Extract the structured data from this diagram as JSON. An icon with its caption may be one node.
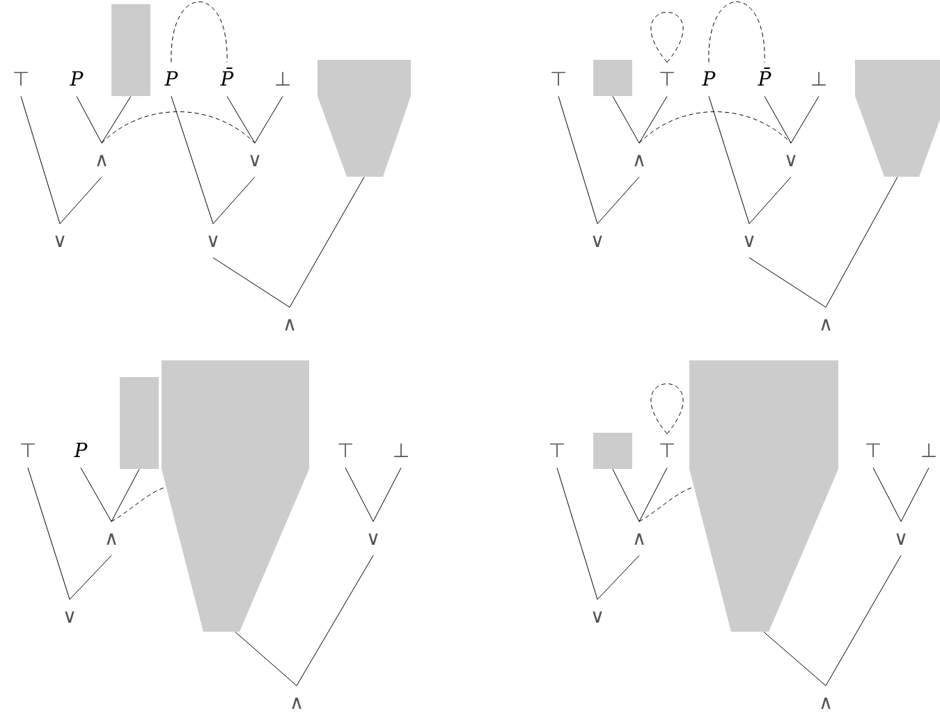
{
  "diagram": {
    "nodes": [
      {
        "text": [
          "⊤"
        ]
      },
      {
        "text": [
          "P"
        ]
      },
      {
        "text": [],
        "shape": "box"
      },
      {
        "text": [
          "P"
        ]
      },
      {
        "text": [
          "P̄"
        ]
      },
      {
        "text": [
          "⊥"
        ]
      },
      {
        "text": [],
        "shape": "funnel"
      },
      {
        "text": [
          "∧"
        ]
      },
      {
        "text": [
          "∨"
        ]
      },
      {
        "text": [
          "∨"
        ]
      },
      {
        "text": [
          "∨"
        ]
      },
      {
        "text": [
          "∧"
        ]
      },
      {
        "text": [
          "⊤"
        ]
      },
      {
        "text": [],
        "shape": "box"
      },
      {
        "text": [
          "⊤"
        ]
      },
      {
        "text": [
          "P"
        ]
      },
      {
        "text": [
          "P̄"
        ]
      },
      {
        "text": [
          "⊥"
        ]
      },
      {
        "text": [],
        "shape": "funnel"
      },
      {
        "text": [
          "∧"
        ]
      },
      {
        "text": [
          "∨"
        ]
      },
      {
        "text": [
          "∨"
        ]
      },
      {
        "text": [
          "∨"
        ]
      },
      {
        "text": [
          "∧"
        ]
      },
      {
        "text": [
          "⊤"
        ]
      },
      {
        "text": [
          "P"
        ]
      },
      {
        "text": [],
        "shape": "box"
      },
      {
        "text": [],
        "shape": "funnel"
      },
      {
        "text": [
          "⊤"
        ]
      },
      {
        "text": [
          "⊥"
        ]
      },
      {
        "text": [
          "∧"
        ]
      },
      {
        "text": [
          "∨"
        ]
      },
      {
        "text": [
          "∨"
        ]
      },
      {
        "text": [
          "∧"
        ]
      },
      {
        "text": [
          "⊤"
        ]
      },
      {
        "text": [],
        "shape": "box"
      },
      {
        "text": [
          "⊤"
        ]
      },
      {
        "text": [],
        "shape": "funnel"
      },
      {
        "text": [
          "⊤"
        ]
      },
      {
        "text": [
          "⊥"
        ]
      },
      {
        "text": [
          "∧"
        ]
      },
      {
        "text": [
          "∨"
        ]
      },
      {
        "text": [
          "∨"
        ]
      },
      {
        "text": [
          "∧"
        ]
      }
    ],
    "edges": [
      {
        "from": 0,
        "to": 9,
        "arrow": "none"
      },
      {
        "from": 1,
        "to": 7,
        "arrow": "none"
      },
      {
        "from": 2,
        "to": 7,
        "arrow": "none"
      },
      {
        "from": 7,
        "to": 9,
        "arrow": "none"
      },
      {
        "from": 3,
        "to": 10,
        "arrow": "none"
      },
      {
        "from": 4,
        "to": 8,
        "arrow": "none"
      },
      {
        "from": 5,
        "to": 8,
        "arrow": "none"
      },
      {
        "from": 8,
        "to": 10,
        "arrow": "none"
      },
      {
        "from": 10,
        "to": 11,
        "arrow": "none"
      },
      {
        "from": 6,
        "to": 11,
        "arrow": "none"
      },
      {
        "from": 7,
        "to": 8,
        "arrow": "none",
        "style": "dashed"
      },
      {
        "from": 3,
        "to": 4,
        "arrow": "none",
        "style": "dashed"
      },
      {
        "from": 12,
        "to": 21,
        "arrow": "none"
      },
      {
        "from": 13,
        "to": 19,
        "arrow": "none"
      },
      {
        "from": 14,
        "to": 19,
        "arrow": "none"
      },
      {
        "from": 19,
        "to": 21,
        "arrow": "none"
      },
      {
        "from": 15,
        "to": 22,
        "arrow": "none"
      },
      {
        "from": 16,
        "to": 20,
        "arrow": "none"
      },
      {
        "from": 17,
        "to": 20,
        "arrow": "none"
      },
      {
        "from": 20,
        "to": 22,
        "arrow": "none"
      },
      {
        "from": 22,
        "to": 23,
        "arrow": "none"
      },
      {
        "from": 18,
        "to": 23,
        "arrow": "none"
      },
      {
        "from": 19,
        "to": 20,
        "arrow": "none",
        "style": "dashed"
      },
      {
        "from": 14,
        "to": 14,
        "arrow": "none",
        "style": "dashed"
      },
      {
        "from": 15,
        "to": 16,
        "arrow": "none",
        "style": "dashed"
      },
      {
        "from": 24,
        "to": 32,
        "arrow": "none"
      },
      {
        "from": 25,
        "to": 30,
        "arrow": "none"
      },
      {
        "from": 26,
        "to": 30,
        "arrow": "none"
      },
      {
        "from": 30,
        "to": 32,
        "arrow": "none"
      },
      {
        "from": 28,
        "to": 31,
        "arrow": "none"
      },
      {
        "from": 29,
        "to": 31,
        "arrow": "none"
      },
      {
        "from": 27,
        "to": 33,
        "arrow": "none"
      },
      {
        "from": 31,
        "to": 33,
        "arrow": "none"
      },
      {
        "from": 30,
        "to": 27,
        "arrow": "none",
        "style": "dashed"
      },
      {
        "from": 34,
        "to": 42,
        "arrow": "none"
      },
      {
        "from": 35,
        "to": 40,
        "arrow": "none"
      },
      {
        "from": 36,
        "to": 40,
        "arrow": "none"
      },
      {
        "from": 40,
        "to": 42,
        "arrow": "none"
      },
      {
        "from": 38,
        "to": 41,
        "arrow": "none"
      },
      {
        "from": 39,
        "to": 41,
        "arrow": "none"
      },
      {
        "from": 37,
        "to": 43,
        "arrow": "none"
      },
      {
        "from": 41,
        "to": 43,
        "arrow": "none"
      },
      {
        "from": 40,
        "to": 37,
        "arrow": "none",
        "style": "dashed"
      },
      {
        "from": 36,
        "to": 36,
        "arrow": "none",
        "style": "dashed"
      }
    ]
  }
}
